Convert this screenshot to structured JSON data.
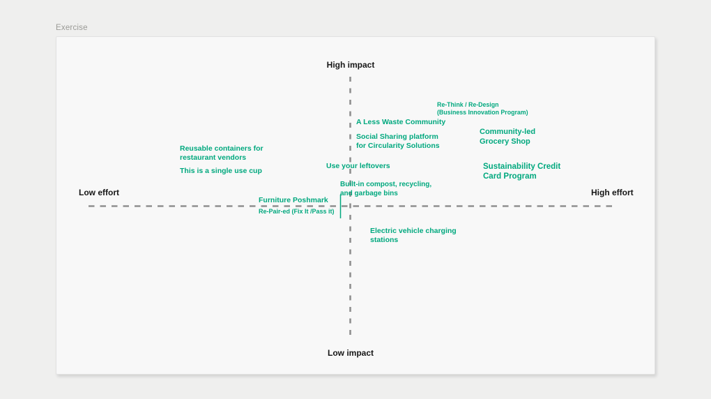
{
  "frame": {
    "title": "Exercise"
  },
  "matrix": {
    "axis_labels": {
      "top": "High impact",
      "bottom": "Low impact",
      "left": "Low effort",
      "right": "High effort"
    }
  },
  "notes": [
    {
      "id": "rethink-redesign",
      "text": "Re-Think / Re-Design\n(Business Innovation Program)",
      "quadrant": "high-impact-high-effort"
    },
    {
      "id": "less-waste-community",
      "text": "A Less Waste Community",
      "quadrant": "high-impact-high-effort"
    },
    {
      "id": "social-sharing-platform",
      "text": "Social Sharing platform\nfor Circularity Solutions",
      "quadrant": "high-impact-high-effort"
    },
    {
      "id": "community-grocery",
      "text": "Community-led\nGrocery Shop",
      "quadrant": "high-impact-high-effort"
    },
    {
      "id": "sustainability-credit-card",
      "text": "Sustainability Credit\nCard Program",
      "quadrant": "high-impact-high-effort"
    },
    {
      "id": "reusable-containers",
      "text": "Reusable containers for\nrestaurant vendors",
      "quadrant": "high-impact-low-effort"
    },
    {
      "id": "single-use-cup",
      "text": "This is a single use cup",
      "quadrant": "high-impact-low-effort"
    },
    {
      "id": "use-your-leftovers",
      "text": "Use your leftovers",
      "quadrant": "high-impact-low-effort"
    },
    {
      "id": "built-in-compost",
      "text": "Built-in compost, recycling,\nand garbage bins",
      "quadrant": "high-impact-low-effort"
    },
    {
      "id": "furniture-poshmark",
      "text": "Furniture Poshmark",
      "quadrant": "high-impact-low-effort"
    },
    {
      "id": "re-pair-ed",
      "text": "Re-Pair-ed (Fix It /Pass it)",
      "quadrant": "low-impact-low-effort"
    },
    {
      "id": "ev-charging",
      "text": "Electric vehicle charging\nstations",
      "quadrant": "low-impact-high-effort"
    }
  ],
  "colors": {
    "note_green": "#00A87E",
    "axis_dash_gray": "#909090",
    "axis_label_black": "#161616",
    "canvas_background": "#EFEFEE",
    "board_background": "#F8F8F8",
    "frame_title_gray": "#9A9A96"
  }
}
